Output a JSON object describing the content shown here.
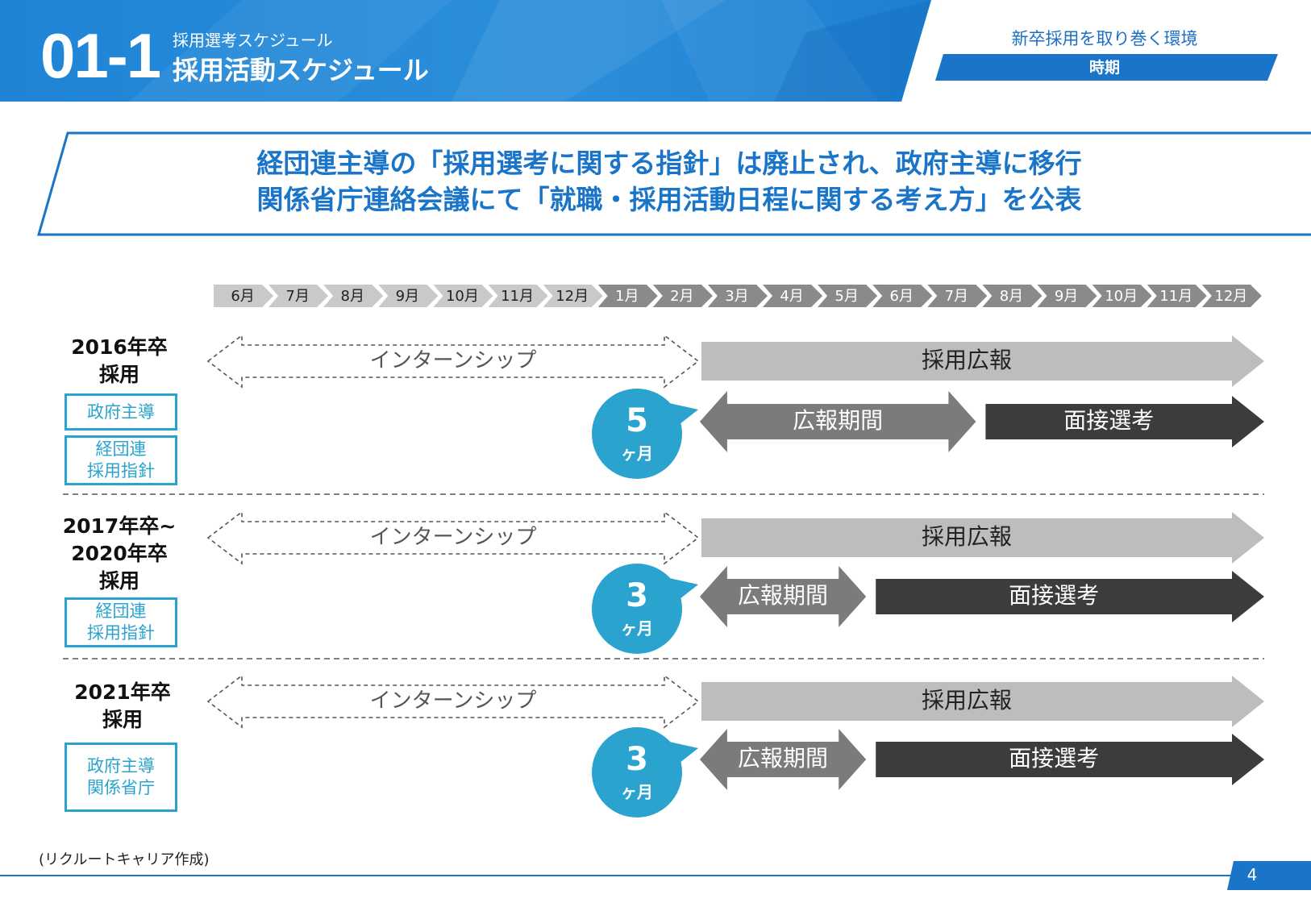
{
  "header": {
    "section_number": "01-1",
    "subtitle": "採用選考スケジュール",
    "title": "採用活動スケジュール",
    "environment_label": "新卒採用を取り巻く環境",
    "period_label": "時期"
  },
  "headline": {
    "line1": "経団連主導の「採用選考に関する指針」は廃止され、政府主導に移行",
    "line2": "関係省庁連絡会議にて「就職・採用活動日程に関する考え方」を公表"
  },
  "timeline": {
    "months": [
      "6月",
      "7月",
      "8月",
      "9月",
      "10月",
      "11月",
      "12月",
      "1月",
      "2月",
      "3月",
      "4月",
      "5月",
      "6月",
      "7月",
      "8月",
      "9月",
      "10月",
      "11月",
      "12月"
    ]
  },
  "rows": [
    {
      "title_lines": [
        "2016年卒",
        "採用"
      ],
      "tags": [
        [
          "政府主導"
        ],
        [
          "経団連",
          "採用指針"
        ]
      ],
      "internship": "インターンシップ",
      "pr": "採用広報",
      "pr_period": "広報期間",
      "interview": "面接選考",
      "gap_number": "5",
      "gap_unit": "ヶ月",
      "pr_period_months": 5
    },
    {
      "title_lines": [
        "2017年卒~",
        "2020年卒",
        "採用"
      ],
      "tags": [
        [
          "経団連",
          "採用指針"
        ]
      ],
      "internship": "インターンシップ",
      "pr": "採用広報",
      "pr_period": "広報期間",
      "interview": "面接選考",
      "gap_number": "3",
      "gap_unit": "ヶ月",
      "pr_period_months": 3
    },
    {
      "title_lines": [
        "2021年卒",
        "採用"
      ],
      "tags": [
        [
          "政府主導",
          "関係省庁"
        ]
      ],
      "internship": "インターンシップ",
      "pr": "採用広報",
      "pr_period": "広報期間",
      "interview": "面接選考",
      "gap_number": "3",
      "gap_unit": "ヶ月",
      "pr_period_months": 3
    }
  ],
  "footer": {
    "note": "(リクルートキャリア作成)",
    "page": "4"
  },
  "colors": {
    "brand_blue": "#1a75c9",
    "accent_cyan": "#2aa4cf",
    "pr_gray": "#bdbdbd",
    "period_gray": "#7b7b7b",
    "interview_dark": "#3c3c3c"
  }
}
